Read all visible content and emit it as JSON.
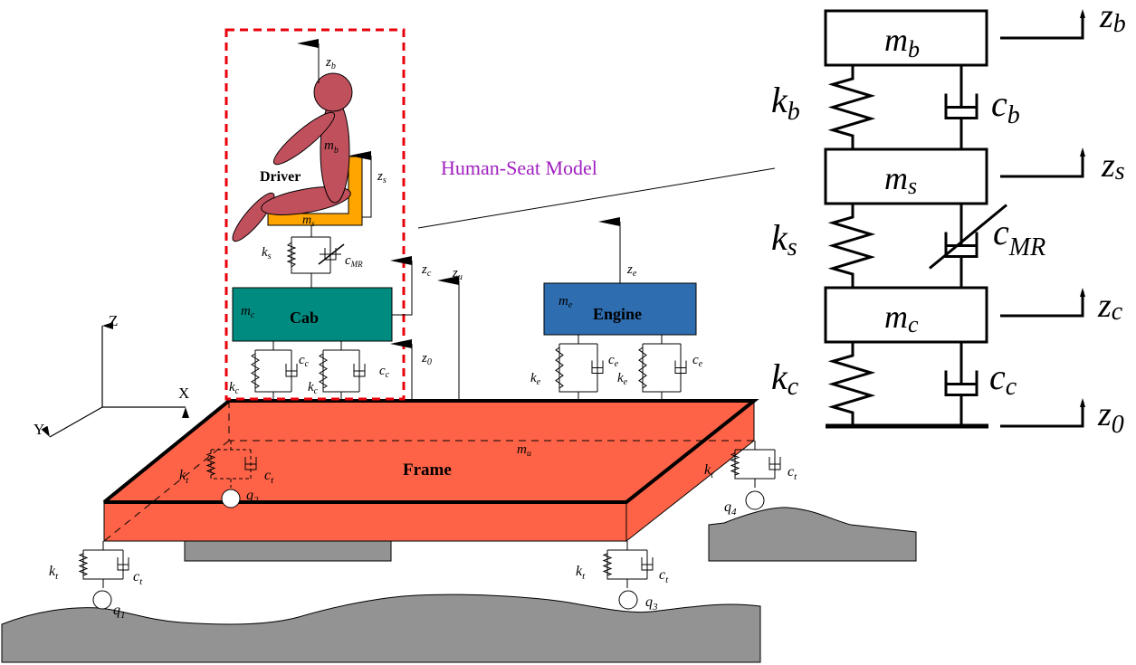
{
  "colors": {
    "cab": "#008B80",
    "engine": "#2E6DB0",
    "frame": "#FF6347",
    "road": "#939393",
    "body": "#C1505D",
    "seat": "#FFA500",
    "dashed_box": "#E8000B",
    "annotation": "#A020C0"
  },
  "labels": {
    "driver": "Driver",
    "cab": "Cab",
    "engine": "Engine",
    "frame": "Frame",
    "human_seat_model": "Human-Seat Model",
    "axis_x": "X",
    "axis_y": "Y",
    "axis_z": "Z"
  },
  "symbols": {
    "m_b": {
      "base": "m",
      "sub": "b"
    },
    "m_s": {
      "base": "m",
      "sub": "s"
    },
    "m_c": {
      "base": "m",
      "sub": "c"
    },
    "m_e": {
      "base": "m",
      "sub": "e"
    },
    "m_u": {
      "base": "m",
      "sub": "u"
    },
    "k_b": {
      "base": "k",
      "sub": "b"
    },
    "k_s": {
      "base": "k",
      "sub": "s"
    },
    "k_c": {
      "base": "k",
      "sub": "c"
    },
    "k_e": {
      "base": "k",
      "sub": "e"
    },
    "k_t": {
      "base": "k",
      "sub": "t"
    },
    "c_b": {
      "base": "c",
      "sub": "b"
    },
    "c_MR": {
      "base": "c",
      "sub": "MR"
    },
    "c_c": {
      "base": "c",
      "sub": "c"
    },
    "c_e": {
      "base": "c",
      "sub": "e"
    },
    "c_t": {
      "base": "c",
      "sub": "t"
    },
    "z_b": {
      "base": "z",
      "sub": "b"
    },
    "z_s": {
      "base": "z",
      "sub": "s"
    },
    "z_c": {
      "base": "z",
      "sub": "c"
    },
    "z_0": {
      "base": "z",
      "sub": "0"
    },
    "z_u": {
      "base": "z",
      "sub": "u"
    },
    "z_e": {
      "base": "z",
      "sub": "e"
    },
    "q_1": {
      "base": "q",
      "sub": "1"
    },
    "q_2": {
      "base": "q",
      "sub": "2"
    },
    "q_3": {
      "base": "q",
      "sub": "3"
    },
    "q_4": {
      "base": "q",
      "sub": "4"
    }
  }
}
